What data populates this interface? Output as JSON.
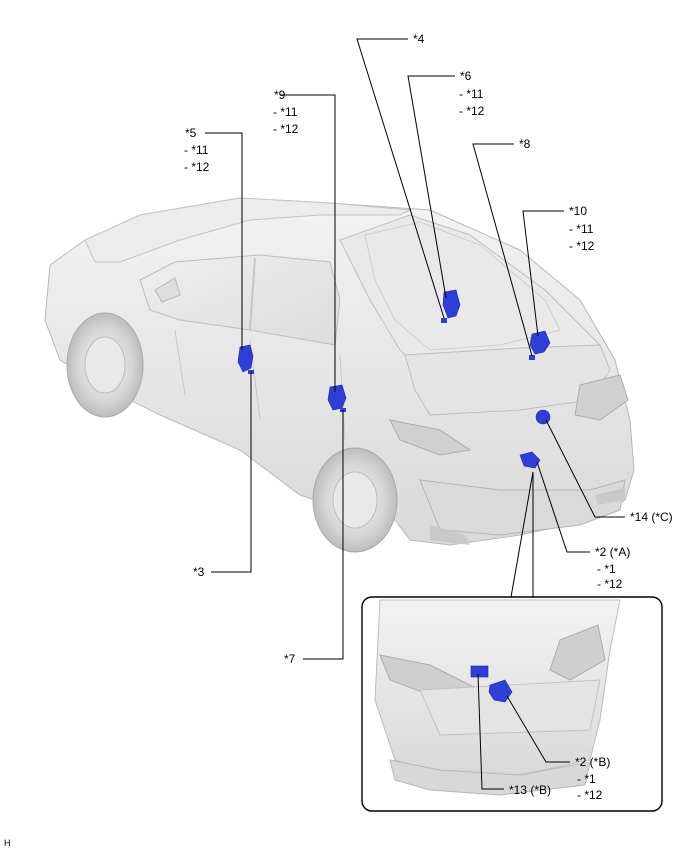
{
  "callouts": {
    "c2a": {
      "label": "*2 (*A)",
      "subs": [
        "- *1",
        "- *12"
      ]
    },
    "c2b": {
      "label": "*2 (*B)",
      "subs": [
        "- *1",
        "- *12"
      ]
    },
    "c3": {
      "label": "*3"
    },
    "c4": {
      "label": "*4"
    },
    "c5": {
      "label": "*5",
      "subs": [
        "- *11",
        "- *12"
      ]
    },
    "c6": {
      "label": "*6",
      "subs": [
        "- *11",
        "- *12"
      ]
    },
    "c7": {
      "label": "*7"
    },
    "c8": {
      "label": "*8"
    },
    "c9": {
      "label": "*9",
      "subs": [
        "- *11",
        "- *12"
      ]
    },
    "c10": {
      "label": "*10",
      "subs": [
        "- *11",
        "- *12"
      ]
    },
    "c13": {
      "label": "*13 (*B)"
    },
    "c14": {
      "label": "*14 (*C)"
    }
  },
  "figure_id": "H",
  "colors": {
    "component": "#2f3fd6",
    "car_body": "#e6e6e6",
    "car_outline": "#b9b9b9",
    "leader": "#000000"
  }
}
